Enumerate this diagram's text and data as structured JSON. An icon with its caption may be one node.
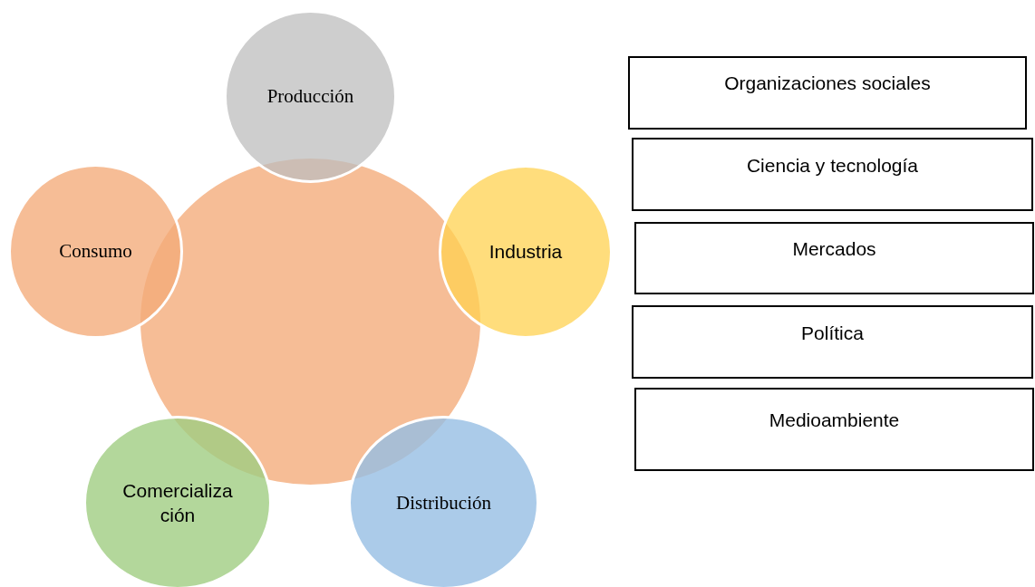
{
  "diagram": {
    "nodes": [
      {
        "text": [],
        "shape": "circle"
      },
      {
        "text": [
          "Producción"
        ]
      },
      {
        "text": [
          "Consumo"
        ]
      },
      {
        "text": [
          "Industria"
        ]
      },
      {
        "text": [
          "Comercialización"
        ]
      },
      {
        "text": [
          "Distribución"
        ]
      },
      {
        "text": [
          "Organizaciones sociales"
        ]
      },
      {
        "text": [
          "Ciencia y tecnología"
        ]
      },
      {
        "text": [
          "Mercados"
        ]
      },
      {
        "text": [
          "Política"
        ]
      },
      {
        "text": [
          "Medioambiente"
        ]
      }
    ],
    "edges": []
  }
}
